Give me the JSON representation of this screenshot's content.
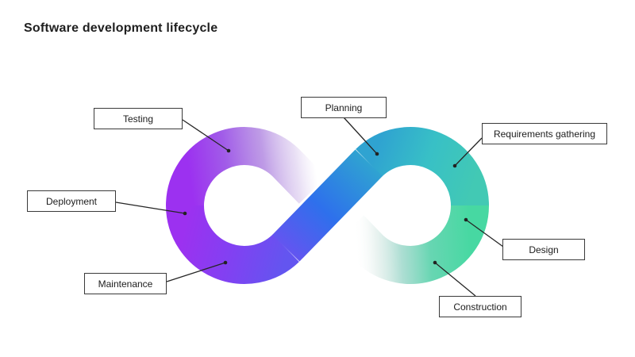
{
  "title": "Software development lifecycle",
  "diagram": {
    "type": "infinity-loop",
    "stages": [
      {
        "id": "testing",
        "label": "Testing"
      },
      {
        "id": "deployment",
        "label": "Deployment"
      },
      {
        "id": "maintenance",
        "label": "Maintenance"
      },
      {
        "id": "planning",
        "label": "Planning"
      },
      {
        "id": "requirements",
        "label": "Requirements gathering"
      },
      {
        "id": "design",
        "label": "Design"
      },
      {
        "id": "construction",
        "label": "Construction"
      }
    ],
    "colors": {
      "purple": "#9c31f0",
      "violet": "#6355f0",
      "blue": "#2e70ec",
      "teal": "#38c0c6",
      "green": "#47d8a2",
      "fade": "#ffffff",
      "connector": "#262626",
      "label_border": "#3a3a3a",
      "text": "#1c1c1c"
    }
  }
}
